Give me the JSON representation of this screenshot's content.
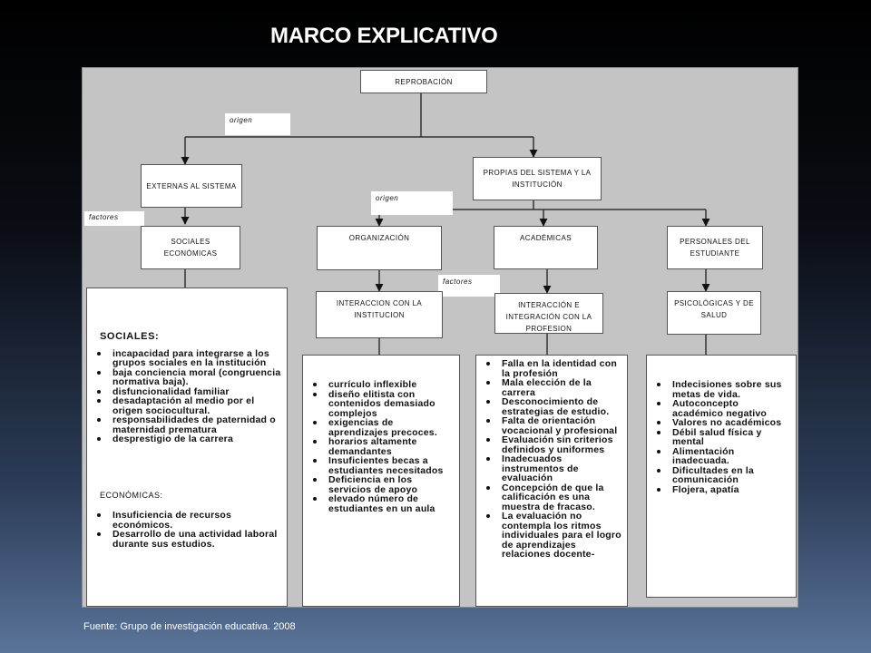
{
  "title": "MARCO EXPLICATIVO",
  "diagram": {
    "reprobacion": "REPROBACIÓN",
    "origen_top": "origen",
    "externas": "EXTERNAS AL SISTEMA",
    "propias": "PROPIAS DEL SISTEMA Y LA INSTITUCIÓN",
    "origen_mid": "origen",
    "factores_left": "factores",
    "sociales_economicas": "SOCIALES ECONÓMICAS",
    "organizacion": "ORGANIZACIÓN",
    "academicas": "ACADÉMICAS",
    "personales": "PERSONALES DEL ESTUDIANTE",
    "factores_mid": "factores",
    "interaccion_institucion": "INTERACCION CON LA INSTITUCION",
    "interaccion_profesion": "INTERACCIÓN E INTEGRACIÓN CON LA PROFESION",
    "psicologicas": "PSICOLÓGICAS Y DE SALUD"
  },
  "lists": {
    "sociales_heading": "SOCIALES:",
    "sociales": [
      "incapacidad para integrarse a los grupos sociales en la institución",
      "baja conciencia moral (congruencia normativa baja).",
      "disfuncionalidad familiar",
      "desadaptación al medio por el origen sociocultural.",
      "responsabilidades de paternidad o maternidad prematura",
      "desprestigio de la carrera"
    ],
    "economicas_heading": "ECONÓMICAS:",
    "economicas": [
      "Insuficiencia de recursos económicos.",
      "Desarrollo de una actividad laboral durante sus estudios."
    ],
    "organizacion": [
      "currículo inflexible",
      "diseño elitista con contenidos demasiado complejos",
      "exigencias de aprendizajes precoces.",
      "horarios altamente demandantes",
      "Insuficientes becas a estudiantes necesitados",
      "Deficiencia en los servicios de apoyo",
      "elevado número de estudiantes en un aula"
    ],
    "profesion": [
      "Falla en la identidad con la profesión",
      "Mala elección de la carrera",
      "Desconocimiento de estrategias de estudio.",
      "Falta de orientación vocacional y profesional",
      "Evaluación sin criterios definidos y uniformes",
      "Inadecuados instrumentos de evaluación",
      "Concepción de que la calificación es una muestra de fracaso.",
      "La evaluación no contempla los ritmos individuales para el logro de aprendizajes relaciones docente-"
    ],
    "personales": [
      "Indecisiones sobre sus metas de vida.",
      "Autoconcepto académico negativo",
      "Valores no académicos",
      "Débil salud física y mental",
      "Alimentación inadecuada.",
      "Dificultades en la comunicación",
      "Flojera, apatía"
    ]
  },
  "source": "Fuente: Grupo de investigación educativa. 2008"
}
